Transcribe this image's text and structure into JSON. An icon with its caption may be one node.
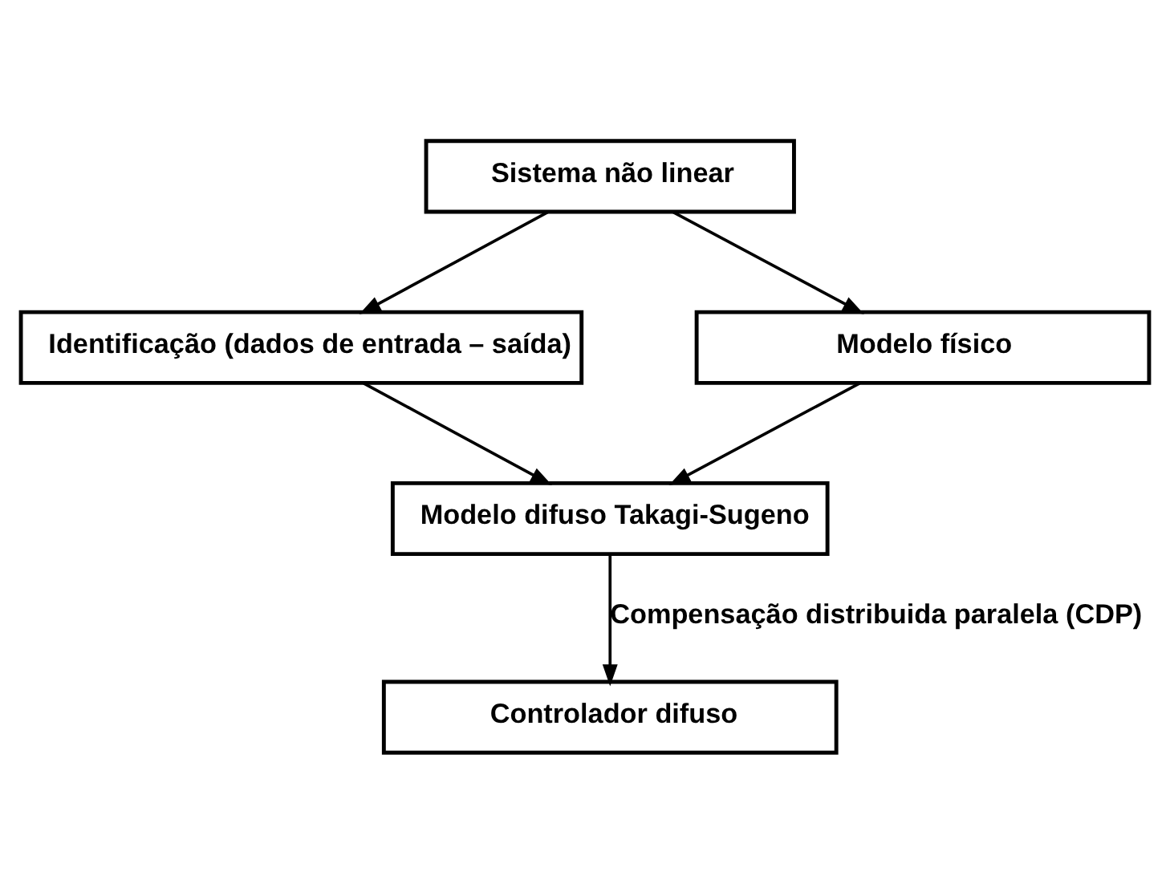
{
  "diagram": {
    "nodes": [
      {
        "text": [
          "Sistema não linear"
        ]
      },
      {
        "text": [
          "Identificação (dados de entrada – saída)"
        ]
      },
      {
        "text": [
          "Modelo físico"
        ]
      },
      {
        "text": [
          "Modelo difuso Takagi-Sugeno"
        ]
      },
      {
        "text": [
          "Controlador difuso"
        ]
      }
    ],
    "edges": [
      {
        "from": 0,
        "to": 1,
        "arrow": "to"
      },
      {
        "from": 0,
        "to": 2,
        "arrow": "to"
      },
      {
        "from": 1,
        "to": 3,
        "arrow": "to"
      },
      {
        "from": 2,
        "to": 3,
        "arrow": "to"
      },
      {
        "from": 3,
        "to": 4,
        "arrow": "to",
        "label": "Compensação distribuida paralela (CDP)"
      }
    ]
  }
}
